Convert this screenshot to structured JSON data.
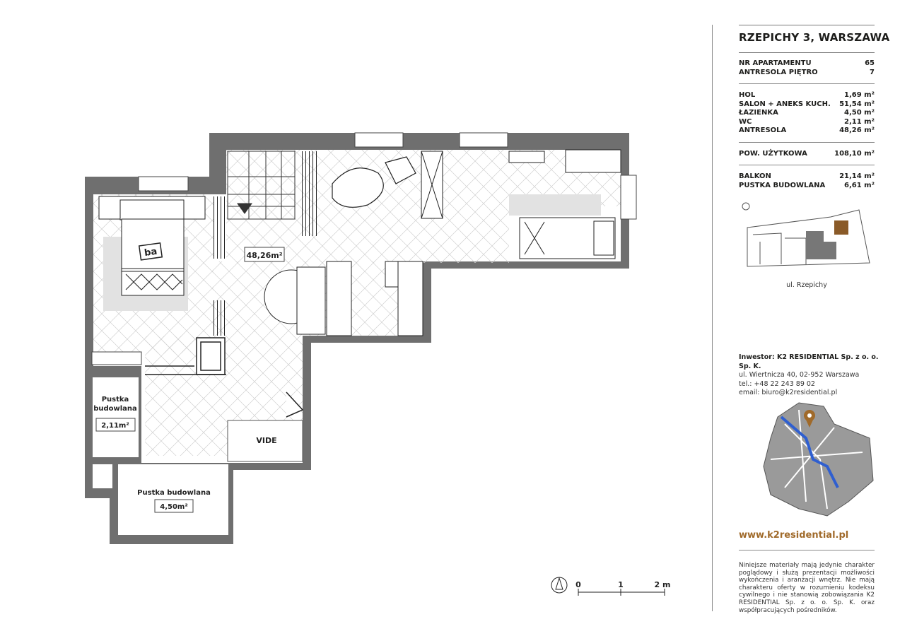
{
  "panel": {
    "title": "RZEPICHY 3, WARSZAWA",
    "apartment": [
      {
        "label": "NR APARTAMENTU",
        "value": "65"
      },
      {
        "label": "ANTRESOLA PIĘTRO",
        "value": "7"
      }
    ],
    "rooms": [
      {
        "label": "HOL",
        "value": "1,69 m²"
      },
      {
        "label": "SALON + ANEKS KUCH.",
        "value": "51,54 m²"
      },
      {
        "label": "ŁAZIENKA",
        "value": "4,50 m²"
      },
      {
        "label": "WC",
        "value": "2,11 m²"
      },
      {
        "label": "ANTRESOLA",
        "value": "48,26 m²"
      }
    ],
    "usable": {
      "label": "POW. UŻYTKOWA",
      "value": "108,10 m²"
    },
    "extras": [
      {
        "label": "BALKON",
        "value": "21,14 m²"
      },
      {
        "label": "PUSTKA BUDOWLANA",
        "value": "6,61 m²"
      }
    ],
    "street": "ul. Rzepichy"
  },
  "investor": {
    "heading": "Inwestor: K2 RESIDENTIAL Sp. z o. o. Sp. K.",
    "address": "ul. Wiertnicza 40, 02-952 Warszawa",
    "phone": "tel.: +48 22 243 89 02",
    "email": "email: biuro@k2residential.pl"
  },
  "website": "www.k2residential.pl",
  "disclaimer": "Niniejsze materiały mają jedynie charakter poglądowy i służą prezentacji możliwości wykończenia i aranżacji wnętrz. Nie mają charakteru oferty w rozumieniu kodeksu cywilnego i nie stanowią zobowiązania K2 RESIDENTIAL Sp. z o. o. Sp. K. oraz współpracujących pośredników.",
  "plan": {
    "antresola_area": "48,26m²",
    "void_label": "VIDE",
    "void1": {
      "line1": "Pustka",
      "line2": "budowlana",
      "area": "2,11m²"
    },
    "void2": {
      "label": "Pustka budowlana",
      "area": "4,50m²"
    },
    "logo": "ba"
  },
  "scale": {
    "t0": "0",
    "t1": "1",
    "t2": "2 m"
  },
  "colors": {
    "wall": "#6f6f6f",
    "accent": "#a06a2a",
    "river": "#2f5fd0",
    "rug": "#e2e2e2",
    "map": "#9a9a9a"
  }
}
